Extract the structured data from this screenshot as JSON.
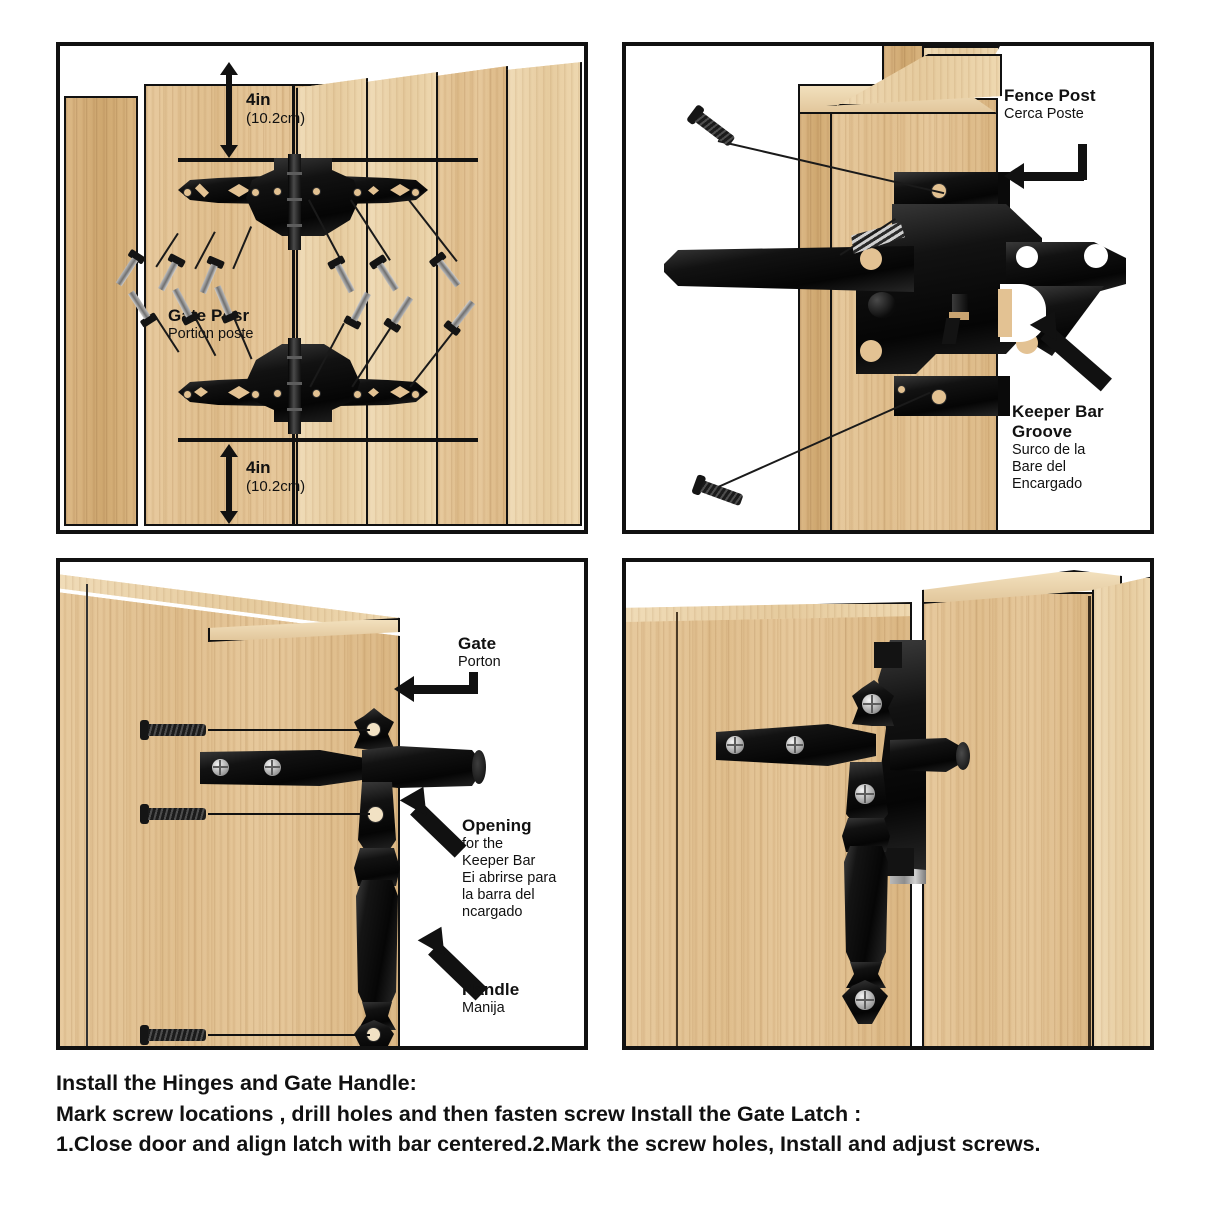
{
  "panels": {
    "hinges": {
      "name": "Install hinges on gate post",
      "dim_top": {
        "value": "4in",
        "metric": "(10.2cm)"
      },
      "dim_bottom": {
        "value": "4in",
        "metric": "(10.2cm)"
      },
      "label": {
        "title": "Gate Posr",
        "subtitle": "Portion poste"
      }
    },
    "latch_post": {
      "name": "Mount latch on fence post",
      "fence_post": {
        "title": "Fence Post",
        "subtitle": "Cerca Poste"
      },
      "keeper_bar": {
        "title_line1": "Keeper Bar",
        "title_line2": "Groove",
        "sub_line1": "Surco de la",
        "sub_line2": "Bare del",
        "sub_line3": "Encargado"
      }
    },
    "gate_handle": {
      "name": "Install gate handle",
      "gate": {
        "title": "Gate",
        "subtitle": "Porton"
      },
      "opening": {
        "title": "Opening",
        "line1": "for the",
        "line2": "Keeper Bar",
        "line3": "Ei abrirse para",
        "line4": "la barra del",
        "line5": "ncargado"
      },
      "handle": {
        "title": "Handle",
        "subtitle": "Manija"
      }
    },
    "assembled": {
      "name": "Closed gate with latch engaged"
    }
  },
  "footer": {
    "line1": "Install the Hinges and Gate Handle:",
    "line2": "Mark screw locations , drill holes and then fasten screw Install the Gate Latch :",
    "line3": "1.Close door and align latch with bar centered.2.Mark the screw holes, Install and adjust screws."
  },
  "colors": {
    "wood_light": "#ecd5ac",
    "wood_mid": "#e3c293",
    "wood_dark": "#d6b07b",
    "hardware_black": "#131313",
    "outline": "#111111",
    "background": "#ffffff"
  }
}
